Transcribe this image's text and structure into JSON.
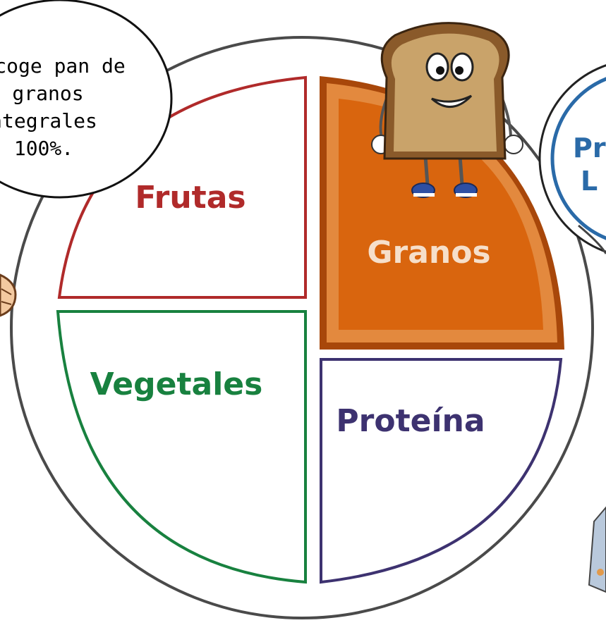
{
  "plate": {
    "quadrants": [
      {
        "id": "frutas",
        "label": "Frutas",
        "color": "#b02a2a"
      },
      {
        "id": "granos",
        "label": "Granos",
        "color": "#d9650e",
        "highlighted": true
      },
      {
        "id": "vegetales",
        "label": "Vegetales",
        "color": "#18813f"
      },
      {
        "id": "proteina",
        "label": "Proteína",
        "color": "#3d3270"
      }
    ]
  },
  "speech_bubble": {
    "lines": [
      "coge pan de",
      "granos",
      "ntegrales",
      "100%."
    ]
  },
  "right_badge": {
    "lines": [
      "Pr",
      "L"
    ],
    "color": "#2a6aa8"
  },
  "mascot": {
    "icon": "bread-slice-icon"
  }
}
